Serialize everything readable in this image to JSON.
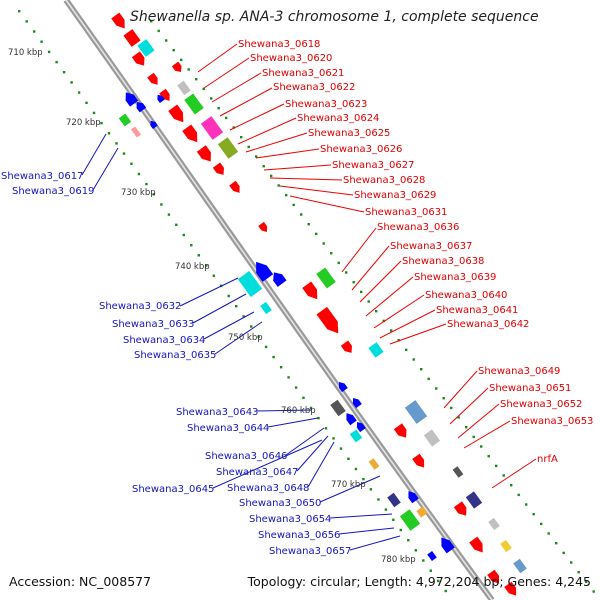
{
  "title": "Shewanella sp. ANA-3 chromosome 1, complete sequence",
  "footer": {
    "accession": "Accession: NC_008577",
    "topology": "Topology: circular; Length: 4,972,204 bp; Genes: 4,245"
  },
  "colors": {
    "forward_label": "#e00000",
    "reverse_label": "#1515c0",
    "backbone": "#9a9a9a",
    "tick": "#1a8a1a"
  },
  "scale_labels": [
    "710 kbp",
    "720 kbp",
    "730 kbp",
    "740 kbp",
    "750 kbp",
    "760 kbp",
    "770 kbp",
    "780 kbp"
  ],
  "forward_genes": [
    "Shewana3_0618",
    "Shewana3_0620",
    "Shewana3_0621",
    "Shewana3_0622",
    "Shewana3_0623",
    "Shewana3_0624",
    "Shewana3_0625",
    "Shewana3_0626",
    "Shewana3_0627",
    "Shewana3_0628",
    "Shewana3_0629",
    "Shewana3_0631",
    "Shewana3_0636",
    "Shewana3_0637",
    "Shewana3_0638",
    "Shewana3_0639",
    "Shewana3_0640",
    "Shewana3_0641",
    "Shewana3_0642",
    "Shewana3_0649",
    "Shewana3_0651",
    "Shewana3_0652",
    "Shewana3_0653",
    "nrfA"
  ],
  "reverse_genes": [
    "Shewana3_0617",
    "Shewana3_0619",
    "Shewana3_0632",
    "Shewana3_0633",
    "Shewana3_0634",
    "Shewana3_0635",
    "Shewana3_0643",
    "Shewana3_0644",
    "Shewana3_0646",
    "Shewana3_0647",
    "Shewana3_0645",
    "Shewana3_0648",
    "Shewana3_0650",
    "Shewana3_0654",
    "Shewana3_0656",
    "Shewana3_0657"
  ]
}
